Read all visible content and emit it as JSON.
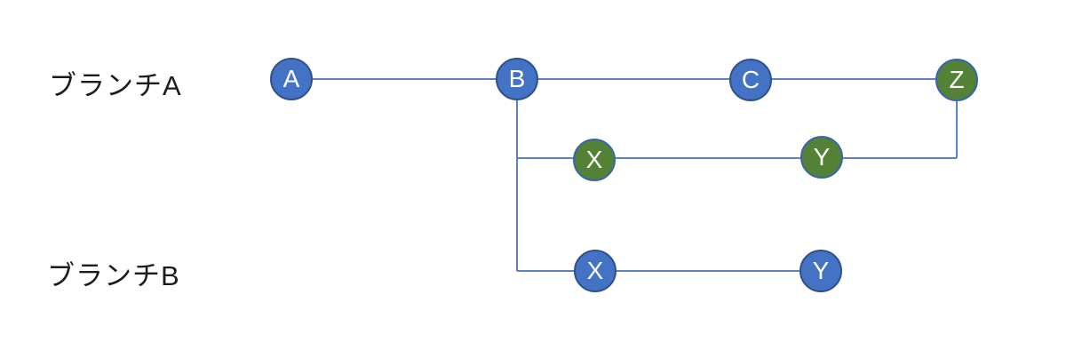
{
  "diagram": {
    "type": "branch-graph",
    "background": "#ffffff",
    "colors": {
      "commit_blue_fill": "#4472c4",
      "commit_blue_border": "#2f528f",
      "commit_green_fill": "#538135",
      "commit_green_border": "#3a65ad",
      "connector_line": "#5b82c9",
      "label_text": "#1c1c1c",
      "node_text": "#ffffff"
    },
    "branches": [
      {
        "id": "branch-a",
        "label": "ブランチA"
      },
      {
        "id": "branch-b",
        "label": "ブランチB"
      }
    ],
    "nodes": [
      {
        "id": "A",
        "label": "A",
        "style": "blue",
        "row": "branch-a"
      },
      {
        "id": "B",
        "label": "B",
        "style": "blue",
        "row": "branch-a"
      },
      {
        "id": "C",
        "label": "C",
        "style": "blue",
        "row": "branch-a"
      },
      {
        "id": "Z",
        "label": "Z",
        "style": "green",
        "row": "branch-a"
      },
      {
        "id": "X-topic",
        "label": "X",
        "style": "green",
        "row": "topic"
      },
      {
        "id": "Y-topic",
        "label": "Y",
        "style": "green",
        "row": "topic"
      },
      {
        "id": "X-branchB",
        "label": "X",
        "style": "blue",
        "row": "branch-b"
      },
      {
        "id": "Y-branchB",
        "label": "Y",
        "style": "blue",
        "row": "branch-b"
      }
    ],
    "edges": [
      {
        "from": "A",
        "to": "B"
      },
      {
        "from": "B",
        "to": "C"
      },
      {
        "from": "C",
        "to": "Z"
      },
      {
        "from": "B",
        "to": "X-topic"
      },
      {
        "from": "X-topic",
        "to": "Y-topic"
      },
      {
        "from": "Y-topic",
        "to": "Z"
      },
      {
        "from": "B",
        "to": "X-branchB"
      },
      {
        "from": "X-branchB",
        "to": "Y-branchB"
      }
    ]
  }
}
